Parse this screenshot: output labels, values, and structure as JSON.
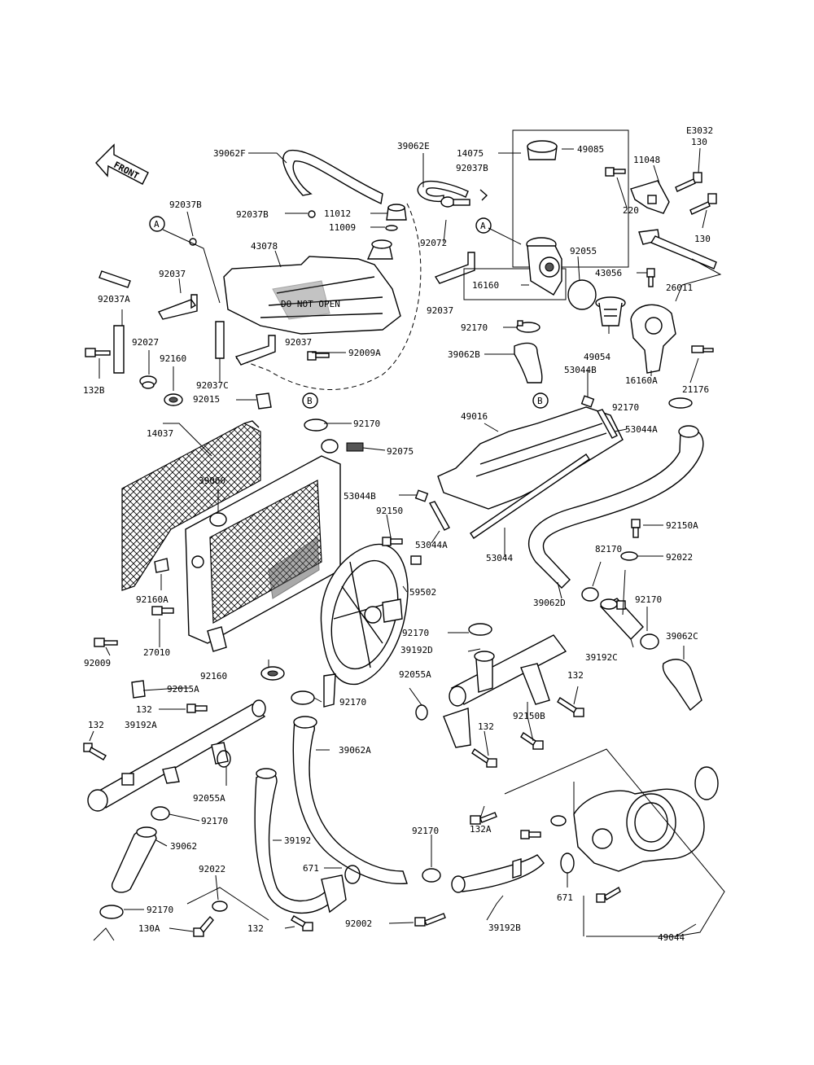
{
  "diagram": {
    "corner_code": "E3032",
    "front_label": "FRONT",
    "callouts": {
      "A": "A",
      "B": "B"
    },
    "labels": {
      "l39062F": "39062F",
      "l39062E": "39062E",
      "l14075": "14075",
      "l49085": "49085",
      "l11048": "11048",
      "l130_top": "130",
      "l92037B_a": "92037B",
      "l92037B_b": "92037B",
      "l92037B_c": "92037B",
      "l11012": "11012",
      "l11009": "11009",
      "l220": "220",
      "l130_mid": "130",
      "l43078": "43078",
      "l92072": "92072",
      "l92055": "92055",
      "l43056": "43056",
      "l92037_a": "92037",
      "l92037_b": "92037",
      "l92037_c": "92037",
      "l16160": "16160",
      "l26011": "26011",
      "l92037A": "92037A",
      "l92027": "92027",
      "l92160": "92160",
      "l92009A": "92009A",
      "l92170_a": "92170",
      "l39062B": "39062B",
      "l49054": "49054",
      "l16160A": "16160A",
      "l53044B_a": "53044B",
      "l21176": "21176",
      "l132B": "132B",
      "l92037C": "92037C",
      "l92015": "92015",
      "l92170_b": "92170",
      "l14037": "14037",
      "l92170_c": "92170",
      "l49016": "49016",
      "l53044A_a": "53044A",
      "l92075": "92075",
      "l39060": "39060",
      "l53044B_b": "53044B",
      "l92150": "92150",
      "l92150A": "92150A",
      "l53044A_b": "53044A",
      "l53044": "53044",
      "l82170": "82170",
      "l92022_a": "92022",
      "l92160A": "92160A",
      "l59502": "59502",
      "l39062D": "39062D",
      "l92170_d": "92170",
      "l92170_e": "92170",
      "l39192D": "39192D",
      "l39192C": "39192C",
      "l39062C": "39062C",
      "l92009": "92009",
      "l27010": "27010",
      "l92160_b": "92160",
      "l92055A_a": "92055A",
      "l132_a": "132",
      "l92015A": "92015A",
      "l92170_f": "92170",
      "l92150B": "92150B",
      "l132_b": "132",
      "l132_c": "132",
      "l39192A": "39192A",
      "l132_d": "132",
      "l39062A": "39062A",
      "l92055A_b": "92055A",
      "l132A": "132A",
      "l92170_g": "92170",
      "l39062": "39062",
      "l92170_h": "92170",
      "l39192": "39192",
      "l92022_b": "92022",
      "l671_a": "671",
      "l671_b": "671",
      "l92170_i": "92170",
      "l130A": "130A",
      "l132_e": "132",
      "l92002": "92002",
      "l39192B": "39192B",
      "l49044": "49044"
    },
    "radiator_badge": "DO NOT OPEN"
  }
}
